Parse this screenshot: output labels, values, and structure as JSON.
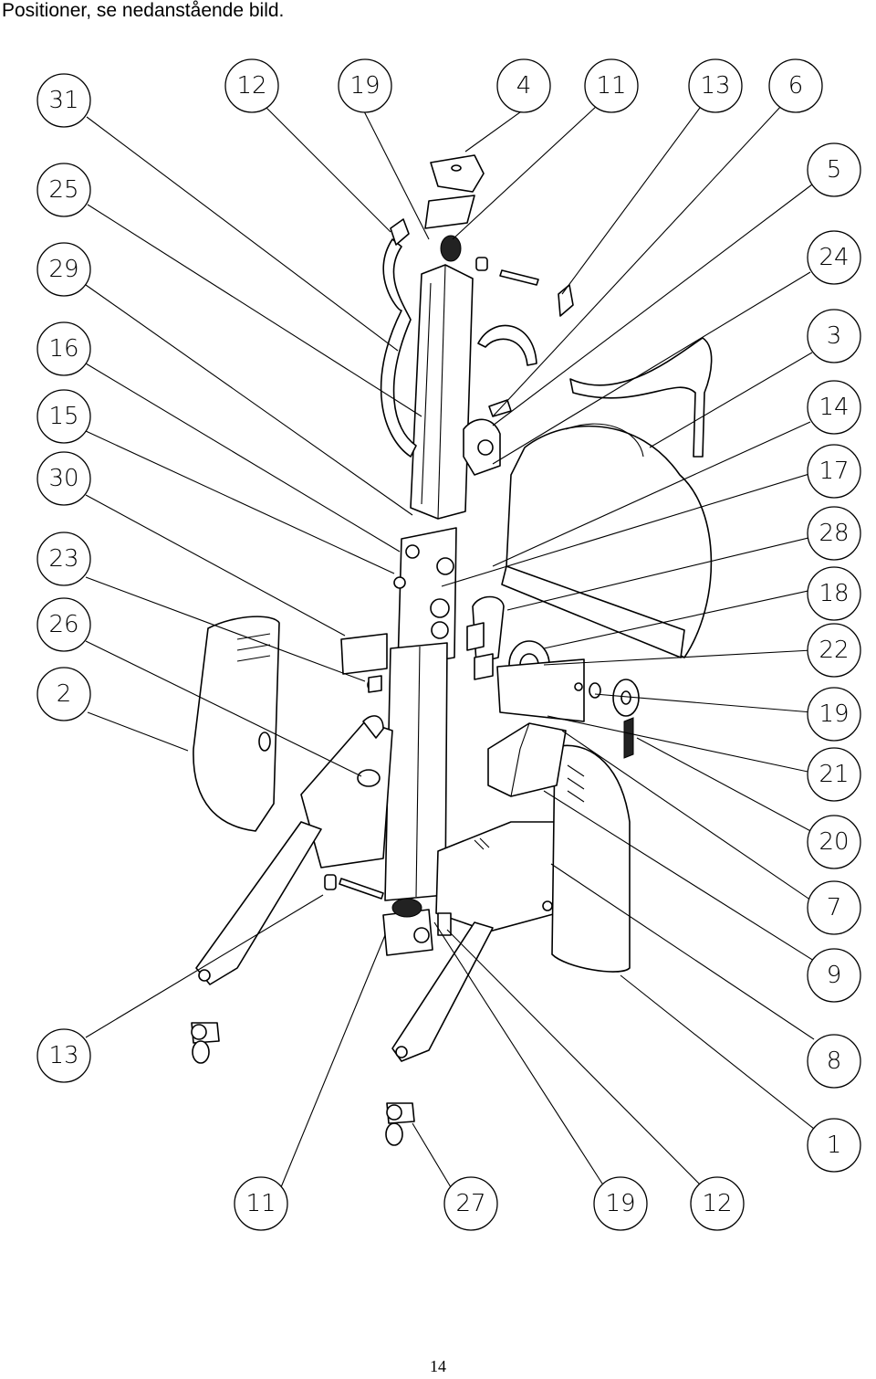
{
  "caption": "Positioner, se nedanstående bild.",
  "page_number": "14",
  "callouts": {
    "left": [
      "31",
      "25",
      "29",
      "16",
      "15",
      "30",
      "23",
      "26",
      "2",
      "13"
    ],
    "top": [
      "12",
      "19",
      "4",
      "11",
      "13",
      "6"
    ],
    "right": [
      "5",
      "24",
      "3",
      "14",
      "17",
      "28",
      "18",
      "22",
      "19",
      "21",
      "20",
      "7",
      "9",
      "8",
      "1"
    ],
    "bottom": [
      "11",
      "27",
      "19",
      "12"
    ]
  }
}
